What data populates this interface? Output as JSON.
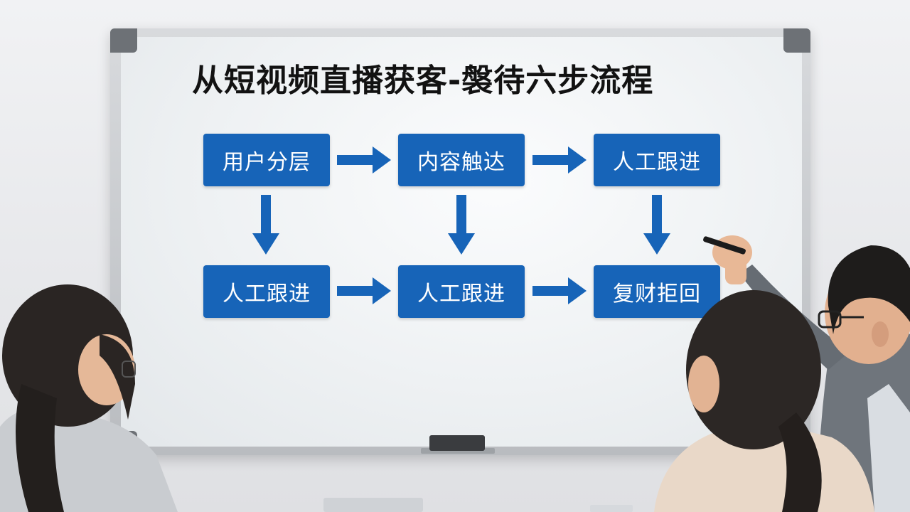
{
  "diagram": {
    "title": "从短视频直播获客-褩待六步流程",
    "nodes": [
      {
        "id": "n1",
        "label": "用户分层"
      },
      {
        "id": "n2",
        "label": "内容触达"
      },
      {
        "id": "n3",
        "label": "人工跟进"
      },
      {
        "id": "n4",
        "label": "人工跟进"
      },
      {
        "id": "n5",
        "label": "人工跟进"
      },
      {
        "id": "n6",
        "label": "复财拒回"
      }
    ],
    "colors": {
      "node_fill": "#1764b8",
      "node_text": "#ffffff",
      "arrow": "#1764b8",
      "title": "#121212"
    }
  }
}
